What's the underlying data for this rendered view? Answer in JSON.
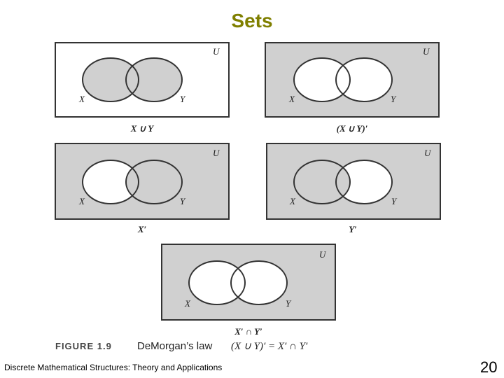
{
  "title": "Sets",
  "colors": {
    "title": "#7f7f00",
    "shade": "#d0d0d0",
    "outline": "#333333"
  },
  "diagrams": [
    {
      "universe": "U",
      "set_x": "X",
      "set_y": "Y",
      "caption": "X ∪ Y"
    },
    {
      "universe": "U",
      "set_x": "X",
      "set_y": "Y",
      "caption": "(X ∪ Y)′"
    },
    {
      "universe": "U",
      "set_x": "X",
      "set_y": "Y",
      "caption": "X′"
    },
    {
      "universe": "U",
      "set_x": "X",
      "set_y": "Y",
      "caption": "Y′"
    },
    {
      "universe": "U",
      "set_x": "X",
      "set_y": "Y",
      "caption": "X′ ∩ Y′"
    }
  ],
  "figure": {
    "label": "FIGURE 1.9",
    "name": "DeMorgan’s law",
    "formula": "(X ∪ Y)′ = X′ ∩ Y′"
  },
  "footer": "Discrete Mathematical Structures: Theory and Applications",
  "page_number": "20"
}
